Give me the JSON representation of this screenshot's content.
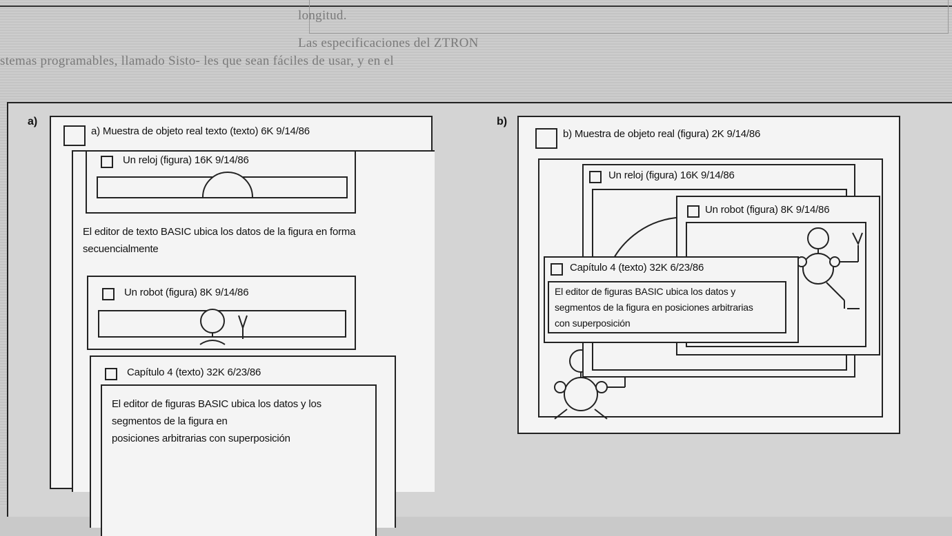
{
  "background_text": {
    "right_col_lines": [
      "stemas programables, llamado Sisto-   les que sean fáciles de usar, y en el"
    ],
    "left_col_lines": [
      "longitud.",
      "Las especificaciones del ZTRON"
    ]
  },
  "panel_a": {
    "letter": "a)",
    "main_title": "a) Muestra de objeto real texto (texto) 6K 9/14/86",
    "clock_title": "Un reloj (figura) 16K 9/14/86",
    "description": "El editor de texto BASIC ubica los datos de la figura en forma secuencialmente",
    "description_line1": "El editor de texto BASIC ubica los datos de la figura en forma",
    "description_line2": "secuencialmente",
    "robot_title": "Un robot (figura) 8K 9/14/86",
    "chapter_title": "Capítulo 4 (texto) 32K 6/23/86",
    "chapter_line1": "El editor de figuras BASIC ubica los datos y los",
    "chapter_line2": "segmentos de la figura en",
    "chapter_line3": "posiciones arbitrarias con superposición"
  },
  "panel_b": {
    "letter": "b)",
    "main_title": "b) Muestra de objeto real (figura) 2K 9/14/86",
    "clock_title": "Un reloj (figura) 16K 9/14/86",
    "robot_title": "Un robot (figura) 8K 9/14/86",
    "chapter_title": "Capítulo 4 (texto) 32K 6/23/86",
    "chapter_line1": "El editor de figuras BASIC ubica los datos y",
    "chapter_line2": "segmentos de la figura en posiciones arbitrarias",
    "chapter_line3": "con superposición"
  }
}
